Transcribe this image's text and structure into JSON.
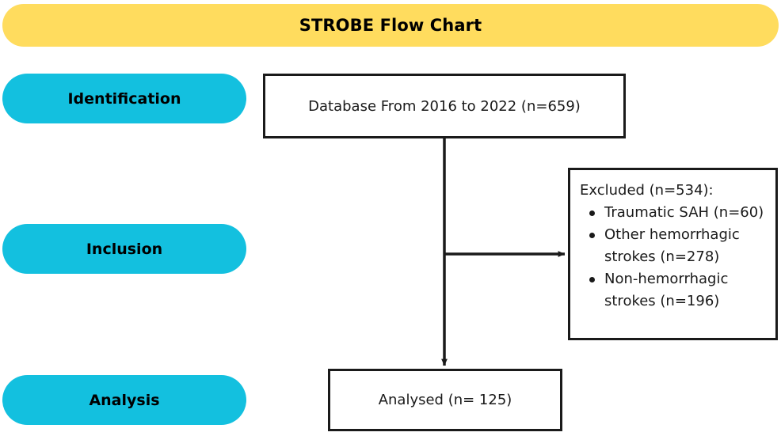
{
  "chart_data": {
    "type": "diagram",
    "diagram_kind": "flowchart",
    "title": "STROBE Flow Chart",
    "nodes": [
      {
        "id": "stage-identification",
        "kind": "stage-pill",
        "label": "Identification"
      },
      {
        "id": "stage-inclusion",
        "kind": "stage-pill",
        "label": "Inclusion"
      },
      {
        "id": "stage-analysis",
        "kind": "stage-pill",
        "label": "Analysis"
      },
      {
        "id": "box-database",
        "kind": "process-box",
        "label": "Database From 2016 to 2022 (n=659)",
        "n": 659
      },
      {
        "id": "box-excluded",
        "kind": "process-box",
        "label": "Excluded (n=534):",
        "n": 534,
        "items": [
          {
            "label": "Traumatic SAH (n=60)",
            "n": 60
          },
          {
            "label": "Other hemorrhagic strokes (n=278)",
            "n": 278
          },
          {
            "label": "Non-hemorrhagic strokes (n=196)",
            "n": 196
          }
        ]
      },
      {
        "id": "box-analysed",
        "kind": "process-box",
        "label": "Analysed (n= 125)",
        "n": 125
      }
    ],
    "edges": [
      {
        "from": "box-database",
        "to": "box-excluded",
        "style": "elbow-arrow"
      },
      {
        "from": "box-database",
        "to": "box-analysed",
        "style": "straight-arrow"
      }
    ]
  },
  "title": {
    "text": "STROBE Flow Chart"
  },
  "stages": [
    {
      "label": "Identification"
    },
    {
      "label": "Inclusion"
    },
    {
      "label": "Analysis"
    }
  ],
  "boxes": {
    "database": {
      "text": "Database From 2016 to 2022 (n=659)"
    },
    "excluded": {
      "heading": "Excluded (n=534):",
      "items": [
        {
          "text": "Traumatic SAH (n=60)"
        },
        {
          "text": "Other hemorrhagic strokes (n=278)"
        },
        {
          "text": "Non-hemorrhagic strokes (n=196)"
        }
      ]
    },
    "analysed": {
      "text": "Analysed (n= 125)"
    }
  },
  "colors": {
    "banner": "#FFDC5E",
    "stage_pill": "#13C0DF",
    "stroke": "#1A1A1A",
    "background": "#FFFFFF"
  }
}
